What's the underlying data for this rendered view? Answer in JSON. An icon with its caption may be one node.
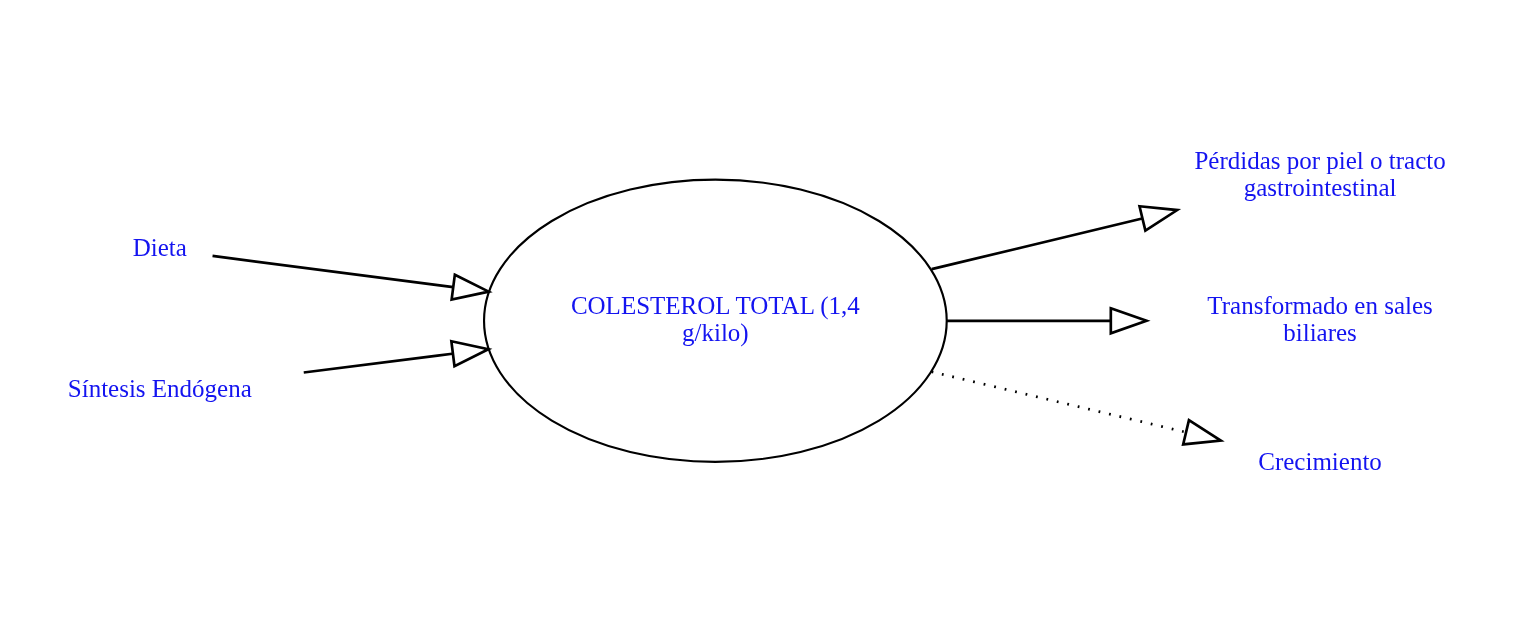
{
  "diagram": {
    "nodes": [
      {
        "text": [
          "COLESTEROL TOTAL (1,4 g/kilo)"
        ]
      },
      {
        "text": [
          "Dieta"
        ]
      },
      {
        "text": [
          "Síntesis Endógena"
        ]
      },
      {
        "text": [
          "Pérdidas por piel o tracto gastrointestinal"
        ]
      },
      {
        "text": [
          "Transformado en sales biliares"
        ]
      },
      {
        "text": [
          "Crecimiento"
        ]
      }
    ],
    "edges": [
      {
        "from": 1,
        "to": 0,
        "arrow": "to"
      },
      {
        "from": 2,
        "to": 0,
        "arrow": "to"
      },
      {
        "from": 0,
        "to": 3,
        "arrow": "to"
      },
      {
        "from": 0,
        "to": 4,
        "arrow": "to"
      },
      {
        "from": 0,
        "to": 5,
        "arrow": "to",
        "style": "dashed"
      }
    ]
  }
}
